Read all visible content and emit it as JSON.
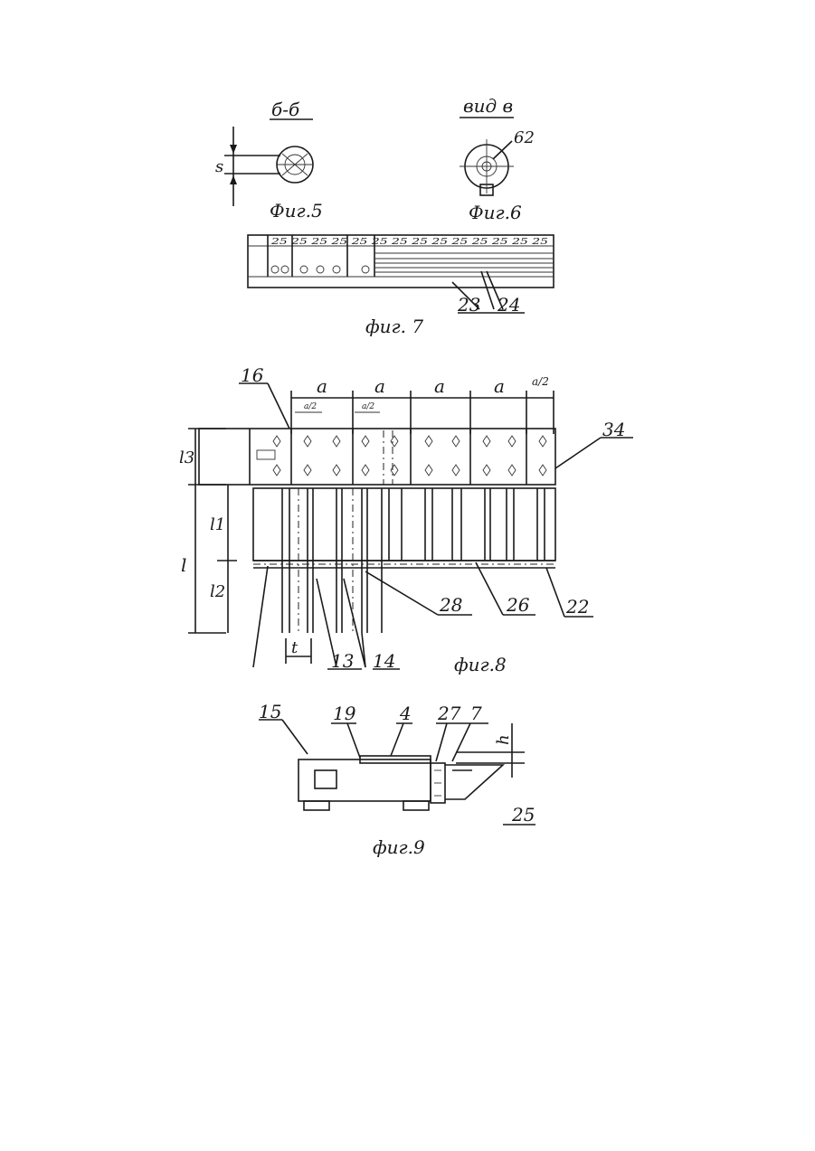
{
  "fig5": {
    "section_title": "б-б",
    "dim_s": "s",
    "caption": "Фиг.5"
  },
  "fig6": {
    "view_title": "вид в",
    "ref_62": "62",
    "caption": "Фиг.6"
  },
  "fig7": {
    "strip_marks": "25 25 25 25 25 25 25 25 25 25 25 25 25 25",
    "ref_23": "23",
    "ref_24": "24",
    "caption": "фиг. 7"
  },
  "fig8": {
    "ref_16": "16",
    "dim_a": "a",
    "dim_a_half": "a/2",
    "dim_l3": "l3",
    "dim_l1": "l1",
    "dim_l2": "l2",
    "dim_l": "l",
    "dim_t": "t",
    "ref_34": "34",
    "ref_28": "28",
    "ref_26": "26",
    "ref_22": "22",
    "ref_13": "13",
    "ref_14": "14",
    "caption": "фиг.8"
  },
  "fig9": {
    "ref_15": "15",
    "ref_19": "19",
    "ref_4": "4",
    "ref_27": "27",
    "ref_7": "7",
    "dim_h": "h",
    "ref_25": "25",
    "caption": "фиг.9"
  }
}
